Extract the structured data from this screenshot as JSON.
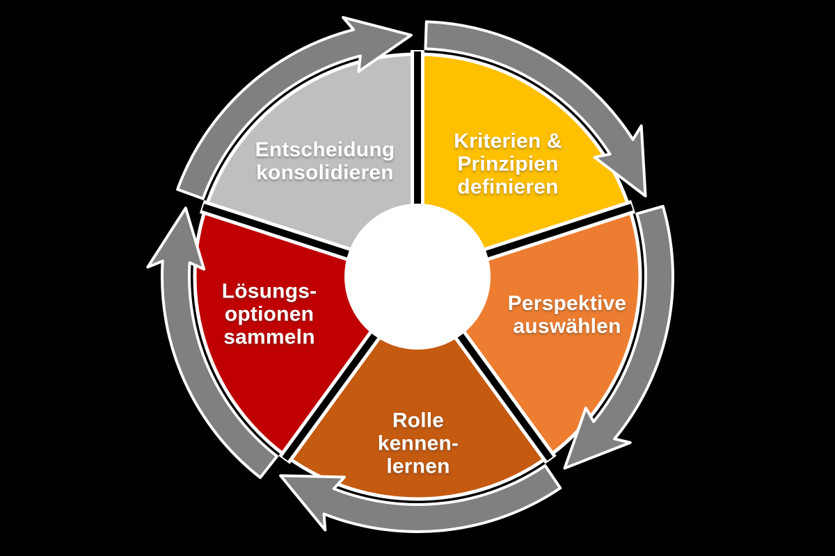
{
  "diagram": {
    "type": "cycle",
    "direction": "clockwise",
    "background_color": "#000000",
    "outline_color": "#ffffff",
    "ring_color": "#808080",
    "separator_color": "#000000",
    "center_hub_color": "#ffffff",
    "label_text_color": "#ffffff",
    "segments": [
      {
        "id": "kriterien",
        "label": "Kriterien &\nPrinzipien\ndefinieren",
        "color": "#FFC000"
      },
      {
        "id": "perspektive",
        "label": "Perspektive\nauswählen",
        "color": "#ED7D31"
      },
      {
        "id": "rolle",
        "label": "Rolle\nkennen-\nlernen",
        "color": "#C55A11"
      },
      {
        "id": "loesungs",
        "label": "Lösungs-\noptionen\nsammeln",
        "color": "#C00000"
      },
      {
        "id": "entscheidung",
        "label": "Entscheidung\nkonsolidieren",
        "color": "#BFBFBF"
      }
    ]
  }
}
